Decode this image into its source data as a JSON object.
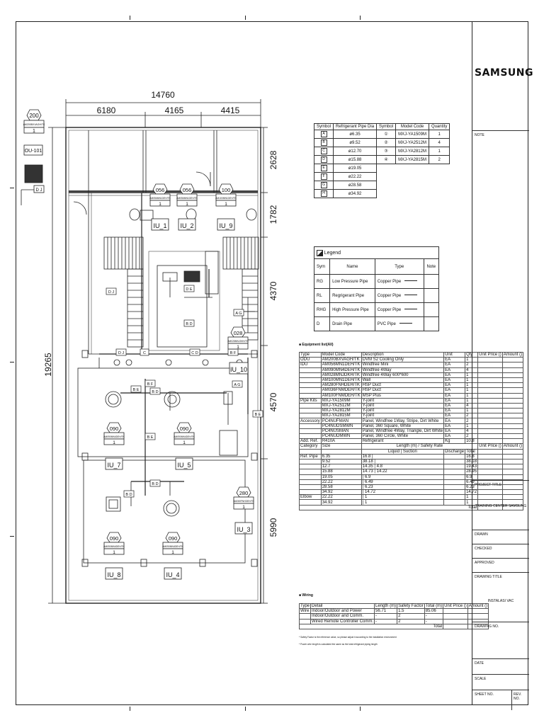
{
  "brand": "SAMSUNG",
  "dimensions": {
    "total_width": "14760",
    "width_1": "6180",
    "width_2": "4165",
    "width_3": "4415",
    "total_height": "19265",
    "height_1": "2628",
    "height_2": "1782",
    "height_3": "4370",
    "height_4": "4570",
    "height_5": "5990"
  },
  "outdoor_unit": {
    "capacity": "200",
    "model": "AM200BXVAGH/TK",
    "qty": "1",
    "label": "OU-101"
  },
  "indoor_units": [
    {
      "capacity": "056",
      "model": "AM056MN1DEH/TK",
      "qty": "1",
      "label": "IU_1"
    },
    {
      "capacity": "056",
      "model": "AM056MN1DEH/TK",
      "qty": "1",
      "label": "IU_2"
    },
    {
      "capacity": "100",
      "model": "AM100MN1DEH/TK",
      "qty": "1",
      "label": "IU_9"
    },
    {
      "capacity": "028",
      "model": "AM028MNJDKH/TK",
      "qty": "1",
      "label": "IU_10"
    },
    {
      "capacity": "090",
      "model": "AM090MN4DEH/TK",
      "qty": "1",
      "label": "IU_7"
    },
    {
      "capacity": "090",
      "model": "AM090MN4DEH/TK",
      "qty": "1",
      "label": "IU_5"
    },
    {
      "capacity": "280",
      "model": "AM280FNHDEH/TK",
      "qty": "1",
      "label": "IU_3"
    },
    {
      "capacity": "090",
      "model": "AM090MN4DEH/TK",
      "qty": "1",
      "label": "IU_8"
    },
    {
      "capacity": "090",
      "model": "AM090MN4DEH/TK",
      "qty": "1",
      "label": "IU_4"
    }
  ],
  "pipe_table": {
    "headers": [
      "Symbol",
      "Refrigerant Pipe Dia",
      "Symbol",
      "Model Code",
      "Quantity"
    ],
    "rows": [
      [
        "A",
        "ø6.35",
        "①",
        "MXJ-YA1509M",
        "1"
      ],
      [
        "B",
        "ø9.52",
        "②",
        "MXJ-YA2512M",
        "4"
      ],
      [
        "C",
        "ø12.70",
        "③",
        "MXJ-YA2812M",
        "1"
      ],
      [
        "D",
        "ø15.88",
        "④",
        "MXJ-YA2815M",
        "2"
      ],
      [
        "E",
        "ø19.05",
        "",
        "",
        ""
      ],
      [
        "F",
        "ø22.22",
        "",
        "",
        ""
      ],
      [
        "G",
        "ø28.58",
        "",
        "",
        ""
      ],
      [
        "H",
        "ø34.92",
        "",
        "",
        ""
      ]
    ]
  },
  "legend": {
    "title": "Legend",
    "headers": [
      "Sym",
      "Name",
      "Type",
      "Note"
    ],
    "rows": [
      [
        "RG",
        "Low Pressure Pipe",
        "Copper Pipe"
      ],
      [
        "RL",
        "Regrigerant Pipe",
        "Copper Pipe"
      ],
      [
        "RHG",
        "High Pressure Pipe",
        "Copper Pipe"
      ],
      [
        "D",
        "Drain Pipe",
        "PVC Pipe"
      ]
    ]
  },
  "equipment": {
    "title": "Equipment list(All)",
    "headers": [
      "Type",
      "Model Code",
      "Description",
      "Unit",
      "Qty",
      "Unit Price ()",
      "Amount ()"
    ],
    "rows": [
      [
        "ODU",
        "AM200BXVAGH/TK",
        "DVM S2 Cooling Only",
        "EA",
        "1"
      ],
      [
        "IDU",
        "AM056MN1DEH/TK",
        "Windfree Mini",
        "EA",
        "2"
      ],
      [
        "",
        "AM090MN4DEH/TK",
        "Windfree 4Way",
        "EA",
        "4"
      ],
      [
        "",
        "AM028MNJDKH/TK",
        "Windfree 4Way 600*600",
        "EA",
        "1"
      ],
      [
        "",
        "AM100MN1DEH/TK",
        "Wall",
        "EA",
        "1"
      ],
      [
        "",
        "AM280FNHDEH/TK",
        "HSP Duct",
        "EA",
        "1"
      ],
      [
        "",
        "AM036FNMDEH/TK",
        "HSP Duct",
        "EA",
        "1"
      ],
      [
        "",
        "AM100FNMDEH/TK",
        "MSP Plus",
        "EA",
        "1"
      ],
      [
        "Pipe Kits",
        "MXJ-YA1509M",
        "Y-joint",
        "EA",
        "1"
      ],
      [
        "",
        "MXJ-YA2512M",
        "Y-joint",
        "EA",
        "4"
      ],
      [
        "",
        "MXJ-YA2812M",
        "Y-joint",
        "EA",
        "1"
      ],
      [
        "",
        "MXJ-YA2815M",
        "Y-joint",
        "EA",
        "2"
      ],
      [
        "Accessory",
        "PC4NUFMAN",
        "Panel, Windfree 1Way, Stripe, Dirt White",
        "EA",
        "2"
      ],
      [
        "",
        "PC4NUDSMWN",
        "Panel, 360 Square, White",
        "EA",
        "1"
      ],
      [
        "",
        "PC4NUSMAN",
        "Panel, Windfree 4Way, Triangle, Dirt White",
        "EA",
        "4"
      ],
      [
        "",
        "PC4NUDMWN",
        "Panel, 360 Circle, White",
        "EA",
        "2"
      ],
      [
        "Add. Ref.",
        "R410A",
        "Refrigerant",
        "Kg",
        "10.8"
      ]
    ],
    "pipe_headers": [
      "Category",
      "Size",
      "Length (m) / Safety Rate",
      "Liquid",
      "Suction",
      "Discharge",
      "Total",
      "Unit Price ()",
      "Amount ()"
    ],
    "pipe_rows": [
      [
        "Ref. Pipe",
        "6.35",
        "16.8",
        "",
        "",
        "16.8"
      ],
      [
        "",
        "9.52",
        "38.18",
        "",
        "",
        "38.18"
      ],
      [
        "",
        "12.7",
        "14.35",
        "4.8",
        "",
        "19.43"
      ],
      [
        "",
        "15.88",
        "14.73",
        "14.22",
        "",
        "28.95"
      ],
      [
        "",
        "19.05",
        "",
        "6.9",
        "",
        "6.9"
      ],
      [
        "",
        "22.22",
        "",
        "6.49",
        "",
        "6.49"
      ],
      [
        "",
        "28.58",
        "",
        "6.23",
        "",
        "6.23"
      ],
      [
        "",
        "34.92",
        "",
        "14.72",
        "",
        "14.72"
      ],
      [
        "Elbow",
        "22.22",
        "",
        "1",
        "",
        "1"
      ],
      [
        "",
        "34.92",
        "",
        "1",
        "",
        "1"
      ]
    ],
    "total_label": "Total"
  },
  "wiring": {
    "title": "Wiring",
    "headers": [
      "Type",
      "Detail",
      "Length (m)",
      "Safety Factor",
      "Total (m)",
      "Unit Price ()",
      "Amount ()"
    ],
    "rows": [
      [
        "Wire",
        "Indoor/Outdoor and Power",
        "56.71",
        "1.5",
        "85.06"
      ],
      [
        "",
        "Indoor/Outdoor and Comm.",
        "-",
        "2",
        "-"
      ],
      [
        "",
        "Wired Remote Controller Comm.",
        "-",
        "2",
        "-"
      ]
    ],
    "total_label": "Total",
    "notes": [
      "* Safety Factor is the reference value, so please adjust it according to the installation environment",
      "* Power wire length is calculated the same as the total refrigerant piping length"
    ]
  },
  "title_block": {
    "note": "NOTE",
    "project_title": "PROJECT TITLE",
    "project_name": "TRAINING CENTER SAMSUNG",
    "drawn": "DRAWN",
    "checked": "CHECKED",
    "approved": "APPROVED",
    "drawing_title": "DRAWING TITLE",
    "drawing_name": "INSTALASI VAC",
    "drawing_no": "DRAWING NO.",
    "date": "DATE",
    "scale": "SCALE",
    "sheet_no": "SHEET NO.",
    "rev_no": "REV. NO."
  },
  "plan_tags": [
    "D",
    "J",
    "B",
    "C",
    "E",
    "A",
    "F",
    "G"
  ]
}
